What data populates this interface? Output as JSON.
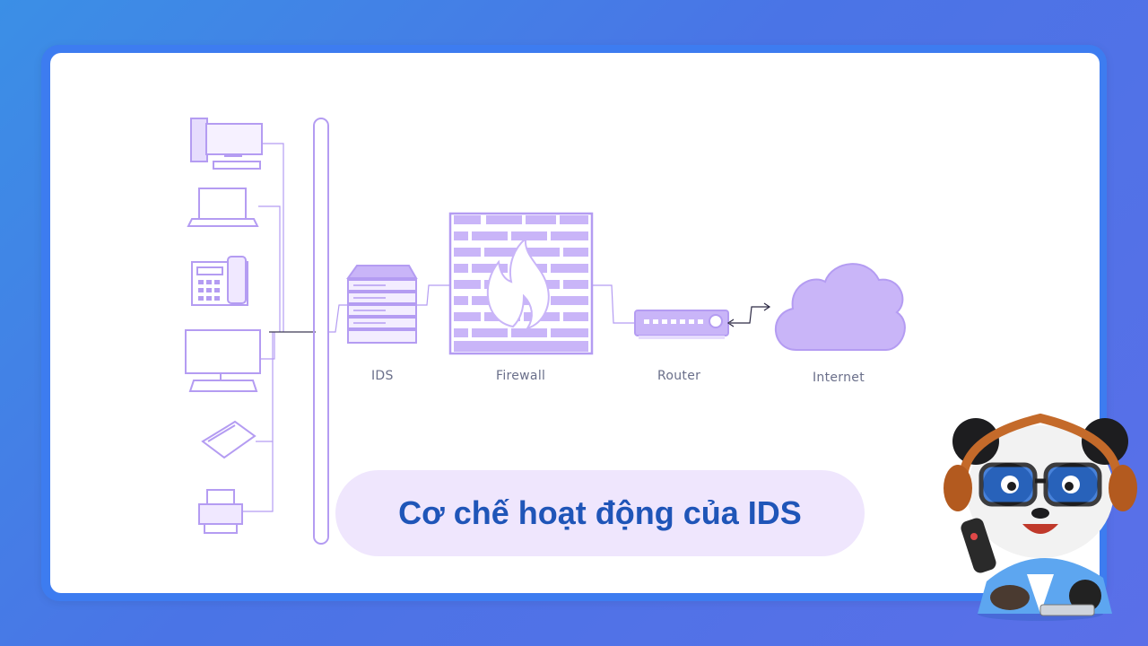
{
  "diagram": {
    "nodes": {
      "ids": "IDS",
      "firewall": "Firewall",
      "router": "Router",
      "internet": "Internet"
    },
    "devices": [
      "desktop-computer",
      "laptop",
      "desk-phone",
      "monitor",
      "scanner",
      "printer"
    ],
    "title": "Cơ chế hoạt động của IDS"
  },
  "colors": {
    "background": "#4a7fe8",
    "frame": "#3d7cf0",
    "line": "#b49cf2",
    "fill": "#c9b5f8",
    "title_text": "#1f55b8",
    "title_bg": "#efe6fd"
  }
}
